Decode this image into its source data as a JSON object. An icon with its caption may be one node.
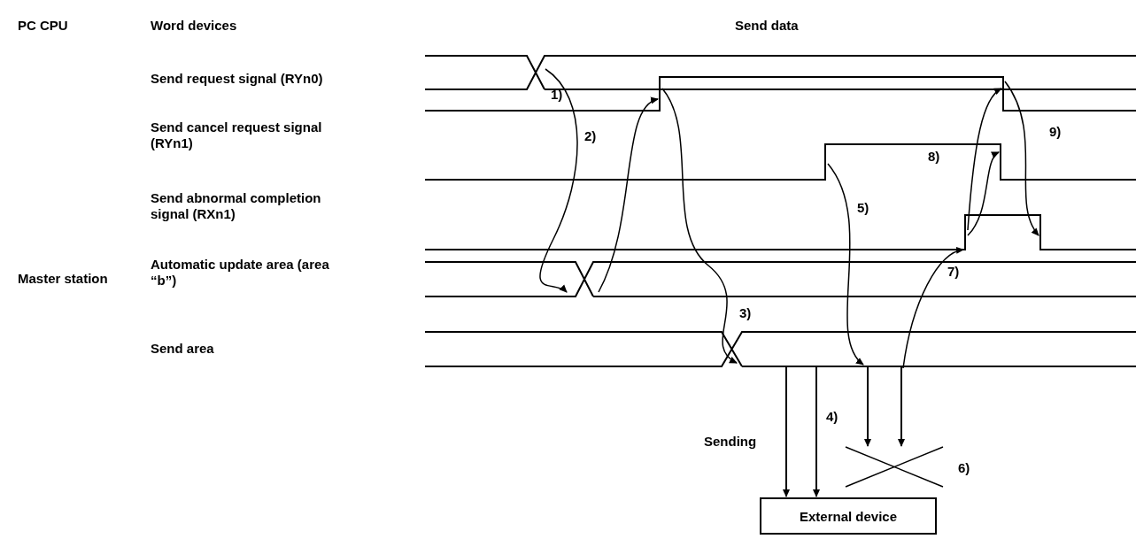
{
  "diagram": {
    "nodes": [
      {
        "text": [
          "External device"
        ]
      },
      {
        "text": [],
        "shape": "bar"
      },
      {
        "text": [],
        "shape": "cross"
      }
    ],
    "edges": [
      {
        "from": 1,
        "to": 0,
        "arrow": "to"
      },
      {
        "from": 1,
        "to": 0,
        "arrow": "to"
      },
      {
        "from": 1,
        "to": 2,
        "arrow": "to"
      },
      {
        "from": 1,
        "to": 2,
        "arrow": "to"
      }
    ],
    "labels": [
      "PC CPU",
      "Word devices",
      "Send data",
      "Send request signal (RYn0)",
      "1)",
      "Send cancel request signal (RYn1)",
      "2)",
      "9)",
      "8)",
      "Send abnormal completion signal (RXn1)",
      "5)",
      "7)",
      "Master station",
      "Automatic update area (area “b”)",
      "3)",
      "Send area",
      "4)",
      "Sending",
      "6)"
    ]
  }
}
